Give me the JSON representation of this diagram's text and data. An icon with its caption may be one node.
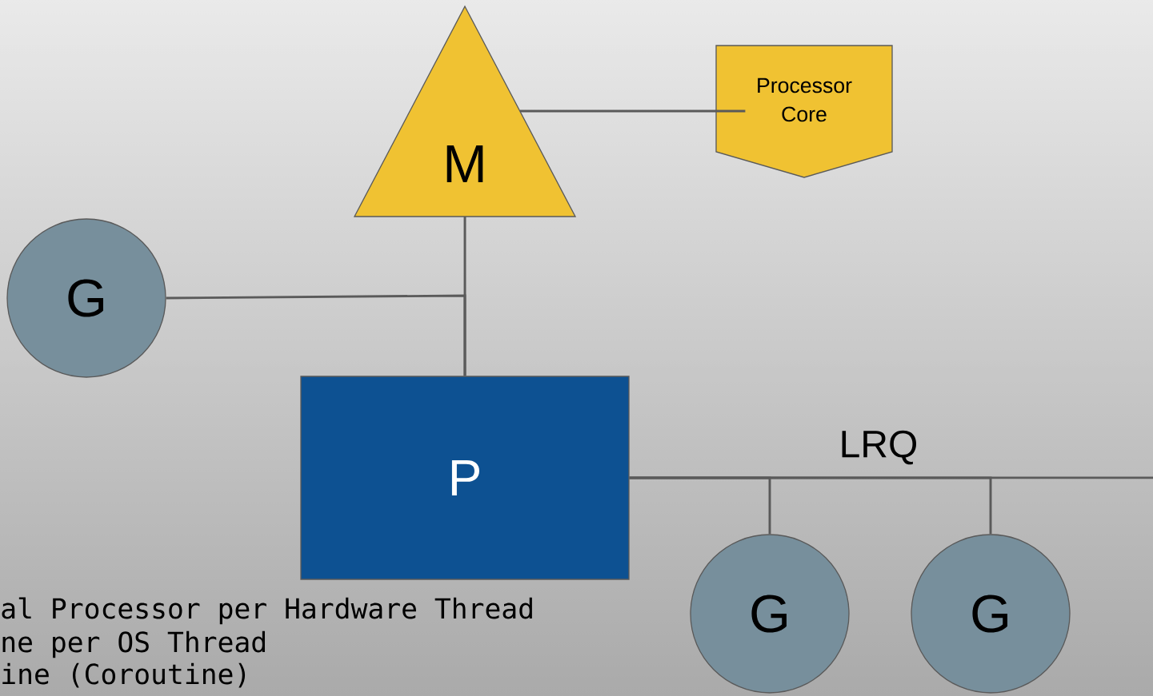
{
  "diagram": {
    "nodes": [
      {
        "text": [
          "M"
        ]
      },
      {
        "text": [
          "Processor Core"
        ]
      },
      {
        "text": [
          "G"
        ]
      },
      {
        "text": [
          "P"
        ]
      },
      {
        "text": [
          "G"
        ]
      },
      {
        "text": [
          "G"
        ]
      }
    ],
    "edges": [
      {
        "from": 0,
        "to": 1,
        "arrow": "none"
      },
      {
        "from": 0,
        "to": 3,
        "arrow": "none"
      },
      {
        "from": 2,
        "to": 3,
        "arrow": "none"
      },
      {
        "from": 3,
        "to": null,
        "arrow": "none",
        "label": "LRQ"
      },
      {
        "from": 3,
        "to": 4,
        "arrow": "none"
      },
      {
        "from": 3,
        "to": 5,
        "arrow": "none"
      }
    ],
    "labels": [
      "al Processor per Hardware Thread",
      "ne per OS Thread",
      "ine (Coroutine)"
    ]
  }
}
